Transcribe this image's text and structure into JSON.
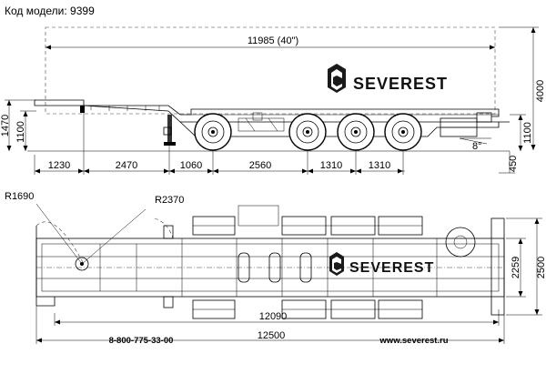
{
  "model_label": "Код модели: 9399",
  "brand": "SEVEREST",
  "footer": {
    "phone": "8-800-775-33-00",
    "site": "www.severest.ru"
  },
  "side_view": {
    "container_length": "11985 (40\")",
    "total_height": "4000",
    "deck_height_front": "1470",
    "deck_height_low": "1100",
    "deck_height_rear": "1100",
    "rear_angle": "8°",
    "rear_overhang_height": "450",
    "segments": [
      "1230",
      "2470",
      "1060",
      "2560",
      "1310",
      "1310"
    ]
  },
  "plan_view": {
    "radius_front": "R1690",
    "radius_turn": "R2370",
    "frame_width_inner": "2259",
    "overall_width": "2500",
    "wheelbase_length": "12090",
    "overall_length": "12500"
  }
}
